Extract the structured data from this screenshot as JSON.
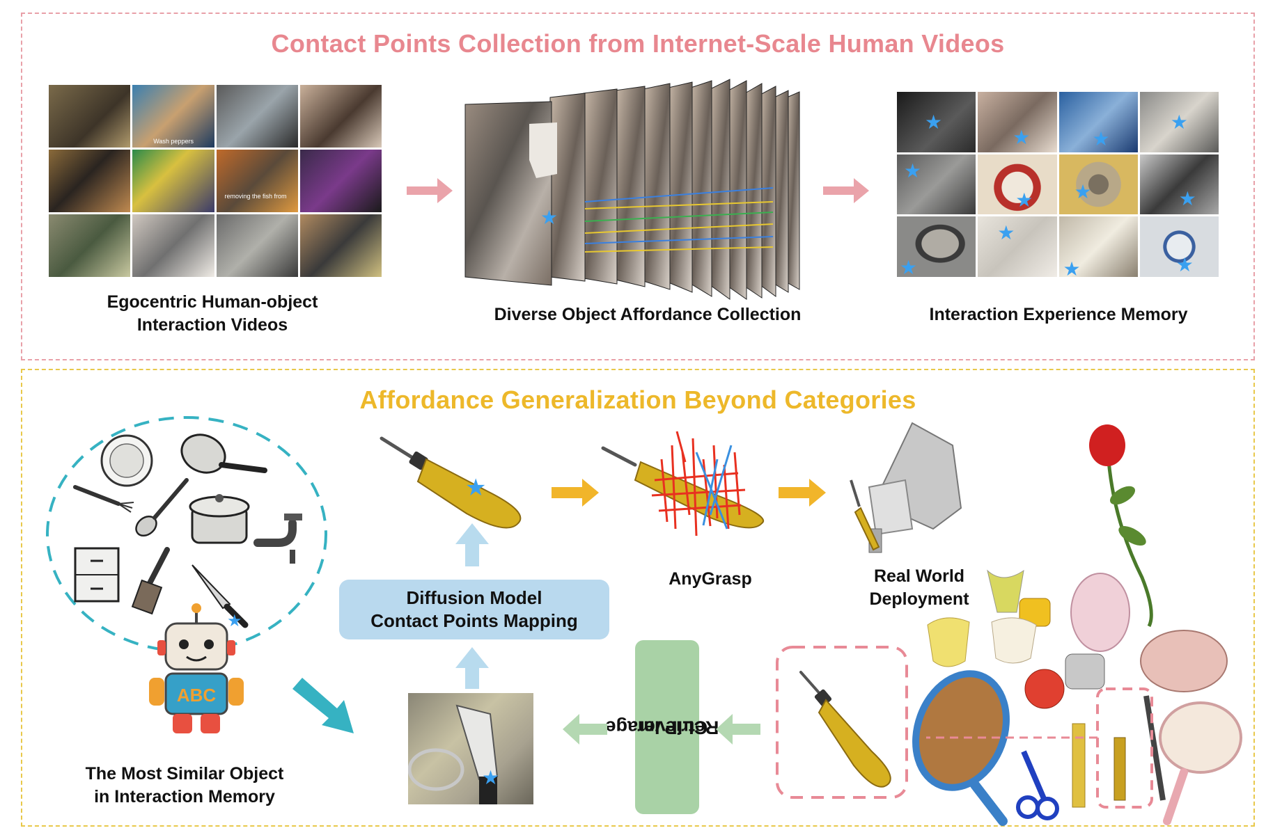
{
  "top_panel": {
    "title": "Contact Points Collection from Internet-Scale Human Videos",
    "captions": {
      "egocentric_line1": "Egocentric Human-object",
      "egocentric_line2": "Interaction Videos",
      "diverse": "Diverse Object Affordance Collection",
      "memory": "Interaction Experience Memory"
    },
    "video_overlay_texts": {
      "peppers": "Wash peppers",
      "removing": "removing the fish from"
    }
  },
  "bottom_panel": {
    "title": "Affordance Generalization Beyond Categories",
    "diffusion_line1": "Diffusion Model",
    "diffusion_line2": "Contact Points Mapping",
    "clip_line1": "CLIP Image",
    "clip_line2": "Retriever",
    "anygrasp": "AnyGrasp",
    "real_world_line1": "Real World",
    "real_world_line2": "Deployment",
    "similar_line1": "The Most Similar Object",
    "similar_line2": "in Interaction Memory",
    "robot_chest": "ABC"
  },
  "colors": {
    "top_border": "#e8a0a8",
    "top_title": "#e8878f",
    "bottom_border": "#e8c84a",
    "bottom_title": "#edb82a",
    "arrow_pink": "#eaa3aa",
    "arrow_yellow": "#f1b52a",
    "arrow_blue_light": "#b8dbee",
    "arrow_green_light": "#b4d8b2",
    "arrow_teal": "#36b2c2",
    "star_blue": "#3aa0f0"
  },
  "icons": [
    "star-icon",
    "screwdriver-icon",
    "knife-icon",
    "robot-icon",
    "rose-icon",
    "kitchenware-icon"
  ]
}
